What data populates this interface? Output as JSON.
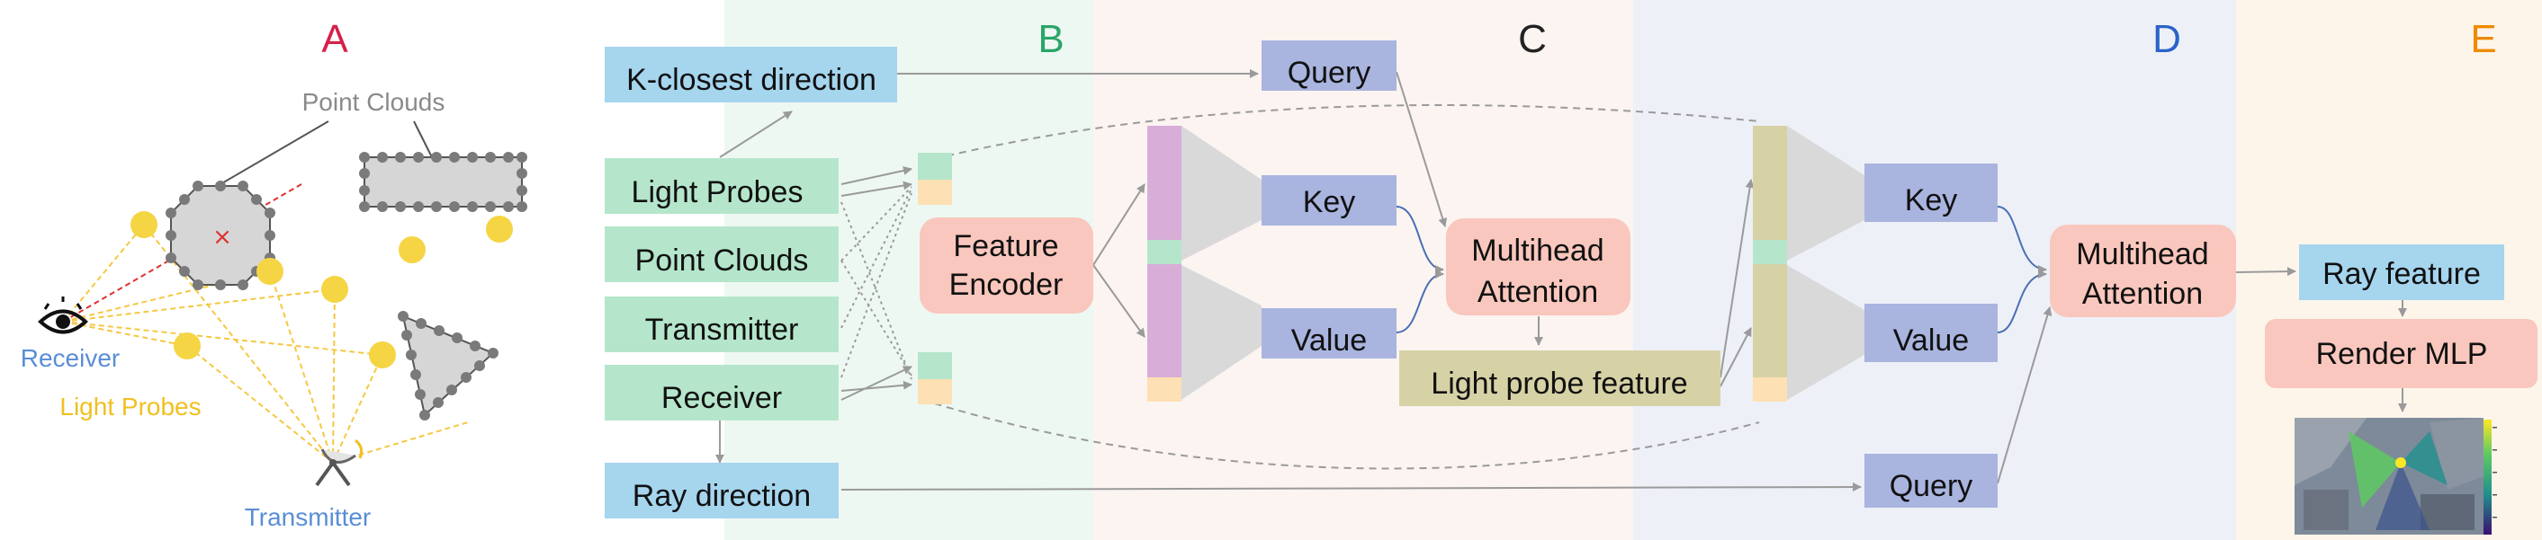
{
  "panels": {
    "A": {
      "letter": "A",
      "color": "#d6204a"
    },
    "B": {
      "letter": "B",
      "color": "#2aa56a"
    },
    "C": {
      "letter": "C",
      "color": "#222222"
    },
    "D": {
      "letter": "D",
      "color": "#2a63c9"
    },
    "E": {
      "letter": "E",
      "color": "#f08a00"
    }
  },
  "panel_a": {
    "point_clouds": "Point Clouds",
    "receiver": "Receiver",
    "light_probes": "Light Probes",
    "transmitter": "Transmitter"
  },
  "panel_b": {
    "k_closest": "K-closest direction",
    "light_probes": "Light Probes",
    "point_clouds": "Point Clouds",
    "transmitter": "Transmitter",
    "receiver": "Receiver",
    "ray_direction": "Ray direction",
    "feature_encoder_1": "Feature",
    "feature_encoder_2": "Encoder"
  },
  "panel_c": {
    "query": "Query",
    "key": "Key",
    "value": "Value",
    "attention_1": "Multihead",
    "attention_2": "Attention",
    "light_probe_feature": "Light probe feature"
  },
  "panel_d": {
    "key": "Key",
    "value": "Value",
    "query": "Query",
    "attention_1": "Multihead",
    "attention_2": "Attention"
  },
  "panel_e": {
    "ray_feature": "Ray feature",
    "render_mlp": "Render MLP"
  },
  "colors": {
    "blue_box": "#a6d5ee",
    "green_box": "#b5e6cc",
    "pink_box": "#f9c7bd",
    "purple_box": "#a9b4df",
    "olive_box": "#d6d2a6",
    "probe": "#f5d544",
    "arrow": "#9a9a9a"
  }
}
